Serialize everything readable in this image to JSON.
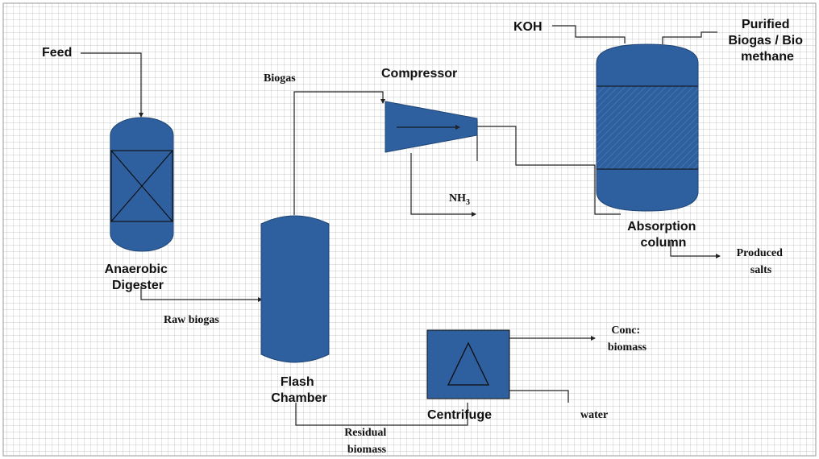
{
  "colors": {
    "equipment": "#2e5f9e",
    "grid": "#b9b9b9",
    "line": "#222222",
    "text": "#111111"
  },
  "equipment": {
    "digester": "Anaerobic\nDigester",
    "flash": "Flash\nChamber",
    "compressor": "Compressor",
    "absorber": "Absorption\ncolumn",
    "centrifuge": "Centrifuge"
  },
  "streams": {
    "feed": "Feed",
    "raw_biogas": "Raw biogas",
    "biogas": "Biogas",
    "nh3": "NH",
    "nh3_sub": "3",
    "koh": "KOH",
    "purified": "Purified\nBiogas / Bio\nmethane",
    "salts": "Produced\nsalts",
    "conc": "Conc:\nbiomass",
    "water": "water",
    "residual": "Residual\nbiomass"
  }
}
